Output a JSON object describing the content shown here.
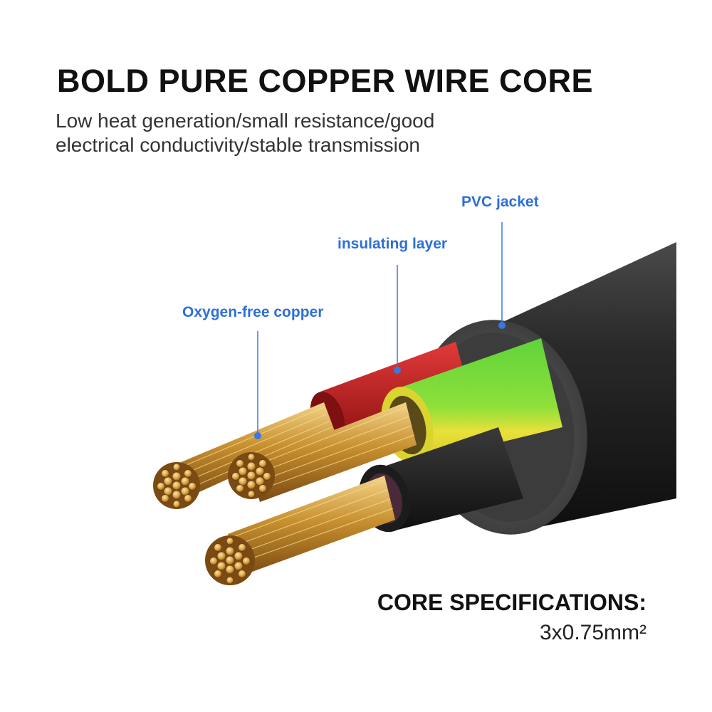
{
  "header": {
    "title": "BOLD PURE COPPER WIRE CORE",
    "subtitle_lines": [
      "Low heat generation/small resistance/good",
      "electrical conductivity/stable transmission"
    ]
  },
  "callouts": {
    "pvc_jacket": "PVC jacket",
    "insulating_layer": "insulating layer",
    "copper": "Oxygen-free copper"
  },
  "specs": {
    "title": "CORE SPECIFICATIONS:",
    "value": "3x0.75mm²"
  },
  "colors": {
    "accent": "#2f6fd6",
    "jacket": "#2a2a2a",
    "red_insulation": "#c21f1f",
    "green_yellow_insulation": "#6fd13a",
    "copper": "#c8902f"
  },
  "icons": {
    "cable": "cable-cross-section-illustration"
  }
}
